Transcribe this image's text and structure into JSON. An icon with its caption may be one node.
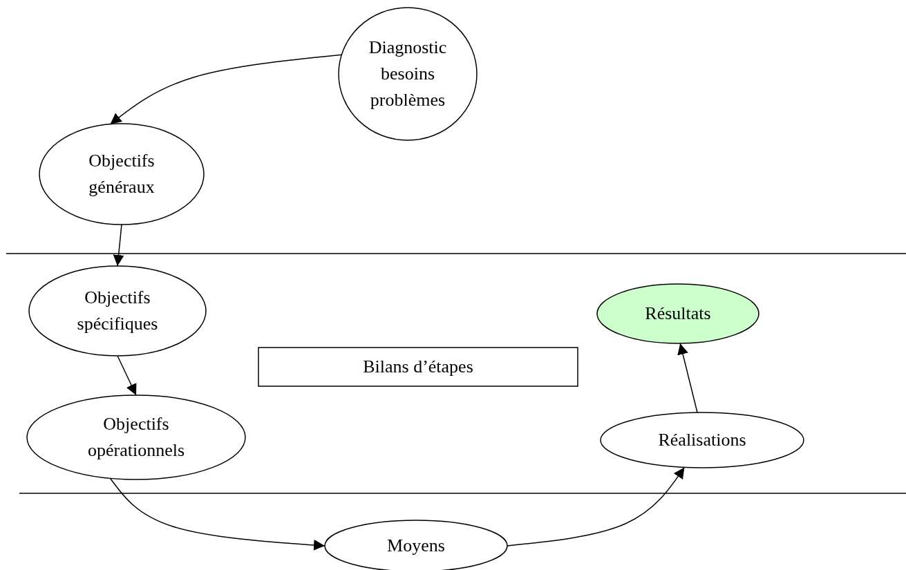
{
  "diagram": {
    "nodes": [
      {
        "text": [
          "Diagnostic besoins problèmes"
        ]
      },
      {
        "text": [
          "Objectifs généraux"
        ]
      },
      {
        "text": [
          "Objectifs spécifiques"
        ]
      },
      {
        "text": [
          "Bilans d’étapes"
        ]
      },
      {
        "text": [
          "Objectifs opérationnels"
        ]
      },
      {
        "text": [
          "Résultats"
        ]
      },
      {
        "text": [
          "Réalisations"
        ]
      },
      {
        "text": [
          "Moyens"
        ]
      }
    ],
    "edges": [
      {
        "from": 0,
        "to": 1,
        "arrow": "to"
      },
      {
        "from": 1,
        "to": 2,
        "arrow": "to"
      },
      {
        "from": 2,
        "to": 4,
        "arrow": "to"
      },
      {
        "from": 4,
        "to": 7,
        "arrow": "to"
      },
      {
        "from": 7,
        "to": 6,
        "arrow": "to"
      },
      {
        "from": 6,
        "to": 5,
        "arrow": "to"
      }
    ]
  }
}
